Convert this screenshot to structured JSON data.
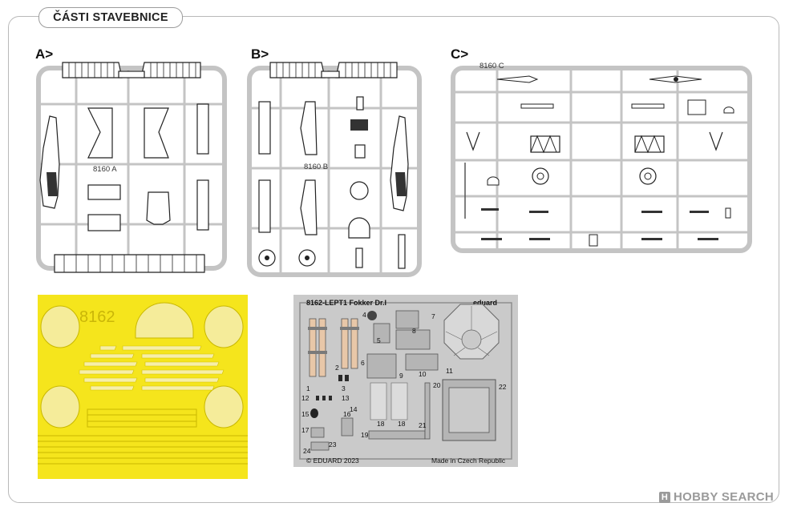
{
  "header": {
    "title": "ČÁSTI STAVEBNICE"
  },
  "sections": {
    "a": {
      "label": "A>",
      "sprue_code": "8160 A"
    },
    "b": {
      "label": "B>",
      "sprue_code": "8160 B"
    },
    "c": {
      "label": "C>",
      "sprue_code": "8160 C"
    }
  },
  "mask": {
    "code": "8162",
    "color": "#f5e51c"
  },
  "photoetch": {
    "title": "8162-LEPT1  Fokker Dr.I",
    "brand": "eduard",
    "copyright": "© EDUARD 2023",
    "made_in": "Made in Czech Republic",
    "part_numbers": [
      "1",
      "2",
      "3",
      "4",
      "5",
      "6",
      "7",
      "8",
      "9",
      "10",
      "11",
      "12",
      "13",
      "14",
      "15",
      "16",
      "17",
      "18",
      "18",
      "19",
      "20",
      "21",
      "22",
      "23",
      "24"
    ]
  },
  "watermark": {
    "logo": "H",
    "text": "HOBBY SEARCH"
  }
}
